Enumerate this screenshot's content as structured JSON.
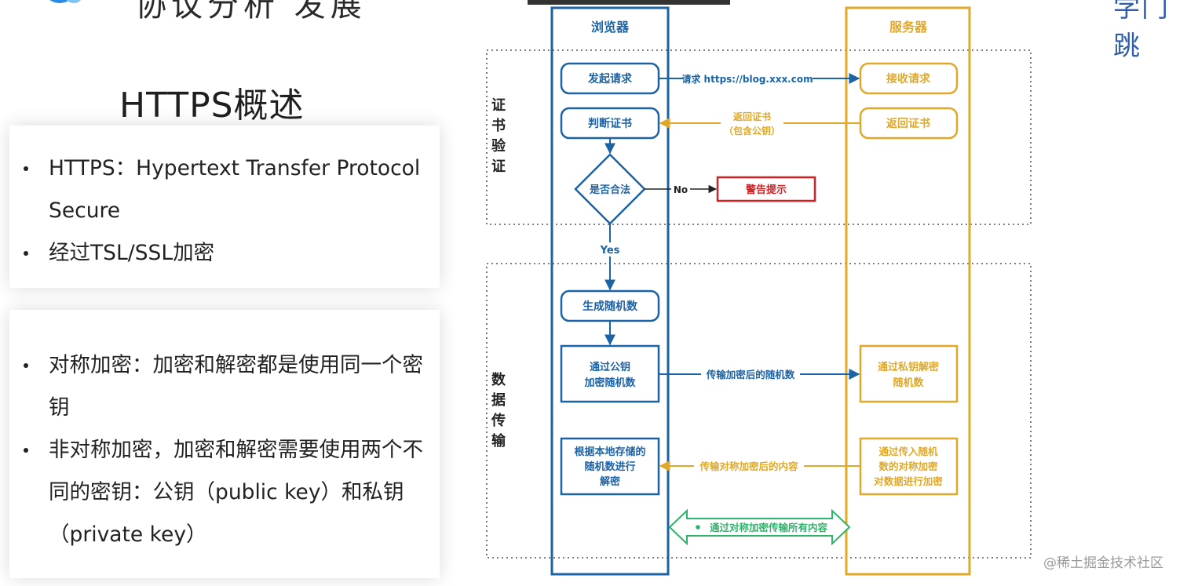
{
  "slide": {
    "title_fragment": "协议分析 发展",
    "corner_fragment": "学门跳",
    "section_title": "HTTPS概述",
    "card1_bullets": [
      "HTTPS：Hypertext Transfer Protocol Secure",
      "经过TSL/SSL加密"
    ],
    "card2_bullets": [
      "对称加密：加密和解密都是使用同一个密钥",
      "非对称加密，加密和解密需要使用两个不同的密钥：公钥（public key）和私钥（private key）"
    ],
    "watermark": "@稀土掘金技术社区"
  },
  "colors": {
    "browser": "#1c63a6",
    "server": "#e0a828",
    "warning": "#d42020",
    "green": "#2fb36b",
    "section_border": "#555555"
  },
  "diagram": {
    "lanes": {
      "browser": "浏览器",
      "server": "服务器"
    },
    "sections": {
      "cert": [
        "证",
        "书",
        "验",
        "证"
      ],
      "data": [
        "数",
        "据",
        "传",
        "输"
      ]
    },
    "browser_nodes": {
      "send_request": "发起请求",
      "judge_cert": "判断证书",
      "is_valid": "是否合法",
      "gen_random": "生成随机数",
      "encrypt_random": [
        "通过公钥",
        "加密随机数"
      ],
      "decrypt_content": [
        "根据本地存储的",
        "随机数进行",
        "解密"
      ]
    },
    "server_nodes": {
      "receive_request": "接收请求",
      "return_cert": "返回证书",
      "decrypt_random": [
        "通过私钥解密",
        "随机数"
      ],
      "encrypt_data": [
        "通过传入随机",
        "数的对称加密",
        "对数据进行加密"
      ]
    },
    "warning_box": "警告提示",
    "edge_labels": {
      "request": "请求 https://blog.xxx.com",
      "return_cert": [
        "返回证书",
        "（包含公钥）"
      ],
      "no": "No",
      "yes": "Yes",
      "send_encrypted_random": "传输加密后的随机数",
      "send_encrypted_content": "传输对称加密后的内容",
      "symmetric_all": "通过对称加密传输所有内容"
    }
  }
}
